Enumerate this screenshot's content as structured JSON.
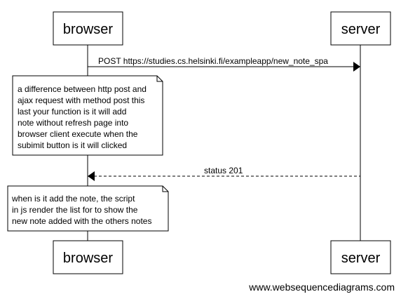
{
  "participants": {
    "browser": "browser",
    "server": "server"
  },
  "messages": [
    {
      "from": "browser",
      "to": "server",
      "label": "POST https://studies.cs.helsinki.fi/exampleapp/new_note_spa",
      "style": "solid"
    },
    {
      "from": "server",
      "to": "browser",
      "label": "status 201",
      "style": "dashed"
    }
  ],
  "notes": [
    {
      "over": "browser",
      "lines": [
        "a difference between http post and",
        "ajax request with method post this",
        "last your function is it will add",
        "note without refresh page into",
        "browser client execute when the",
        "subimit button is it will clicked"
      ]
    },
    {
      "over": "browser",
      "lines": [
        "when is it add the note, the script",
        "in js render the list for to show the",
        "new note added with the others notes"
      ]
    }
  ],
  "watermark": "www.websequencediagrams.com",
  "colors": {
    "line": "#000000",
    "background": "#ffffff"
  }
}
